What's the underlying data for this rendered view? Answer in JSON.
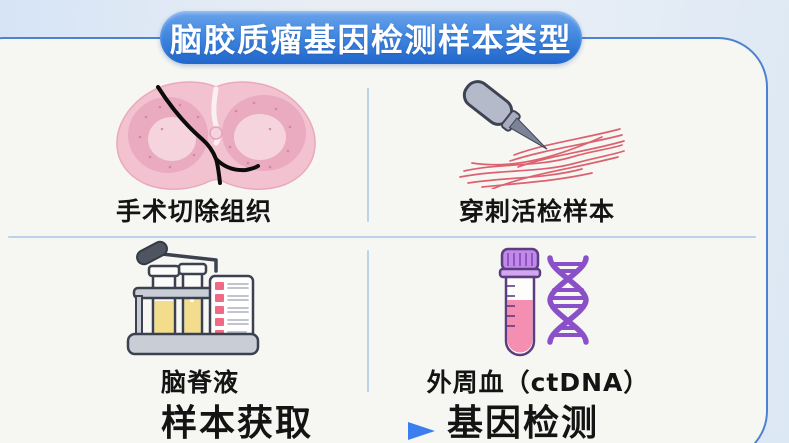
{
  "title": {
    "text": "脑胶质瘤基因检测样本类型"
  },
  "quadrants": [
    {
      "id": "surgical-tissue",
      "label": "手术切除组织",
      "icon": "brain-tissue-slice-icon"
    },
    {
      "id": "needle-biopsy",
      "label": "穿刺活检样本",
      "icon": "biopsy-needle-icon"
    },
    {
      "id": "csf",
      "label": "脑脊液",
      "icon": "csf-test-tubes-icon"
    },
    {
      "id": "peripheral-blood",
      "label": "外周血（ctDNA）",
      "icon": "blood-tube-dna-icon"
    }
  ],
  "flow": {
    "from": "样本获取",
    "to": "基因检测",
    "arrow_icon": "flow-arrow-icon"
  },
  "colors": {
    "accent_border": "#4d82d2",
    "pill_blue_top": "#6ca4ea",
    "pill_blue_bottom": "#2166cb",
    "divider_blue": "#bcd2ea",
    "panel_bg": "#f6f6f3",
    "text_dark": "#141414",
    "arrow_blue": "#3b7ef0",
    "brain_pink": "#f3c2d0",
    "brain_pink_mid": "#e8a6bd",
    "brain_pink_light": "#f6d4de",
    "fiber_red": "#dc6270",
    "needle_gray": "#b5bacb",
    "tube_yellow": "#f3dd8d",
    "rack_gray": "#c9cdd6",
    "outline_dark": "#3c4150",
    "list_red": "#ef6a84",
    "blood_pink": "#f48fb1",
    "cap_purple": "#c18ae8",
    "dna_purple": "#8a50c8"
  }
}
